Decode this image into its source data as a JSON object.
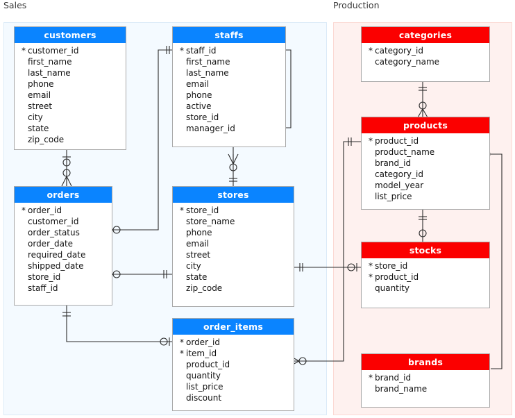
{
  "diagram": {
    "type": "entity-relationship-diagram",
    "notation": "crow's-foot",
    "primary_key_marker": "*"
  },
  "schemas": [
    {
      "id": "sales",
      "label": "Sales",
      "header_color": "#0a84ff",
      "fill_color": "#f4faff",
      "border_color": "#dbeaf7"
    },
    {
      "id": "production",
      "label": "Production",
      "header_color": "#fb0000",
      "fill_color": "#fef1ef",
      "border_color": "#fbd9d4"
    }
  ],
  "tables": [
    {
      "name": "customers",
      "schema": "sales",
      "fields": [
        {
          "name": "customer_id",
          "pk": true
        },
        {
          "name": "first_name",
          "pk": false
        },
        {
          "name": "last_name",
          "pk": false
        },
        {
          "name": "phone",
          "pk": false
        },
        {
          "name": "email",
          "pk": false
        },
        {
          "name": "street",
          "pk": false
        },
        {
          "name": "city",
          "pk": false
        },
        {
          "name": "state",
          "pk": false
        },
        {
          "name": "zip_code",
          "pk": false
        }
      ]
    },
    {
      "name": "staffs",
      "schema": "sales",
      "fields": [
        {
          "name": "staff_id",
          "pk": true
        },
        {
          "name": "first_name",
          "pk": false
        },
        {
          "name": "last_name",
          "pk": false
        },
        {
          "name": "email",
          "pk": false
        },
        {
          "name": "phone",
          "pk": false
        },
        {
          "name": "active",
          "pk": false
        },
        {
          "name": "store_id",
          "pk": false
        },
        {
          "name": "manager_id",
          "pk": false
        }
      ]
    },
    {
      "name": "orders",
      "schema": "sales",
      "fields": [
        {
          "name": "order_id",
          "pk": true
        },
        {
          "name": "customer_id",
          "pk": false
        },
        {
          "name": "order_status",
          "pk": false
        },
        {
          "name": "order_date",
          "pk": false
        },
        {
          "name": "required_date",
          "pk": false
        },
        {
          "name": "shipped_date",
          "pk": false
        },
        {
          "name": "store_id",
          "pk": false
        },
        {
          "name": "staff_id",
          "pk": false
        }
      ]
    },
    {
      "name": "stores",
      "schema": "sales",
      "fields": [
        {
          "name": "store_id",
          "pk": true
        },
        {
          "name": "store_name",
          "pk": false
        },
        {
          "name": "phone",
          "pk": false
        },
        {
          "name": "email",
          "pk": false
        },
        {
          "name": "street",
          "pk": false
        },
        {
          "name": "city",
          "pk": false
        },
        {
          "name": "state",
          "pk": false
        },
        {
          "name": "zip_code",
          "pk": false
        }
      ]
    },
    {
      "name": "order_items",
      "schema": "sales",
      "fields": [
        {
          "name": "order_id",
          "pk": true
        },
        {
          "name": "item_id",
          "pk": true
        },
        {
          "name": "product_id",
          "pk": false
        },
        {
          "name": "quantity",
          "pk": false
        },
        {
          "name": "list_price",
          "pk": false
        },
        {
          "name": "discount",
          "pk": false
        }
      ]
    },
    {
      "name": "categories",
      "schema": "production",
      "fields": [
        {
          "name": "category_id",
          "pk": true
        },
        {
          "name": "category_name",
          "pk": false
        }
      ]
    },
    {
      "name": "products",
      "schema": "production",
      "fields": [
        {
          "name": "product_id",
          "pk": true
        },
        {
          "name": "product_name",
          "pk": false
        },
        {
          "name": "brand_id",
          "pk": false
        },
        {
          "name": "category_id",
          "pk": false
        },
        {
          "name": "model_year",
          "pk": false
        },
        {
          "name": "list_price",
          "pk": false
        }
      ]
    },
    {
      "name": "stocks",
      "schema": "production",
      "fields": [
        {
          "name": "store_id",
          "pk": true
        },
        {
          "name": "product_id",
          "pk": true
        },
        {
          "name": "quantity",
          "pk": false
        }
      ]
    },
    {
      "name": "brands",
      "schema": "production",
      "fields": [
        {
          "name": "brand_id",
          "pk": true
        },
        {
          "name": "brand_name",
          "pk": false
        }
      ]
    }
  ],
  "relationships": [
    {
      "from": "customers",
      "to": "orders",
      "from_card": "one-optional",
      "to_card": "many-optional"
    },
    {
      "from": "staffs",
      "to": "staffs",
      "from_card": "many-optional",
      "to_card": "one-optional",
      "self": true
    },
    {
      "from": "staffs",
      "to": "stores",
      "from_card": "many-optional",
      "to_card": "one-mandatory"
    },
    {
      "from": "staffs",
      "to": "orders",
      "from_card": "one-mandatory",
      "to_card": "many-optional"
    },
    {
      "from": "stores",
      "to": "orders",
      "from_card": "one-mandatory",
      "to_card": "many-optional"
    },
    {
      "from": "orders",
      "to": "order_items",
      "from_card": "one-mandatory",
      "to_card": "one-optional"
    },
    {
      "from": "categories",
      "to": "products",
      "from_card": "one-mandatory",
      "to_card": "many-optional"
    },
    {
      "from": "products",
      "to": "stocks",
      "from_card": "one-mandatory",
      "to_card": "one-optional"
    },
    {
      "from": "stores",
      "to": "stocks",
      "from_card": "one-mandatory",
      "to_card": "one-optional"
    },
    {
      "from": "order_items",
      "to": "products",
      "from_card": "many-optional",
      "to_card": "one-mandatory"
    },
    {
      "from": "products",
      "to": "brands",
      "from_card": "many-optional",
      "to_card": "one-mandatory"
    }
  ]
}
